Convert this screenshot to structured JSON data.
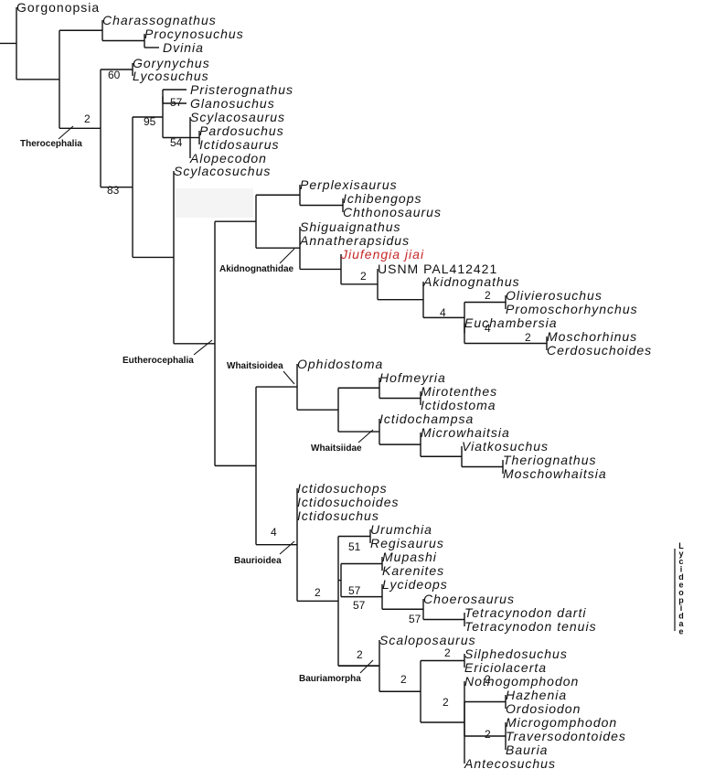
{
  "taxa": [
    {
      "id": "gorgonopsia",
      "label": "Gorgonopsia",
      "style": "plain"
    },
    {
      "id": "charassognathus",
      "label": "Charassognathus"
    },
    {
      "id": "procynosuchus",
      "label": "Procynosuchus"
    },
    {
      "id": "dvinia",
      "label": "Dvinia"
    },
    {
      "id": "gorynychus",
      "label": "Gorynychus"
    },
    {
      "id": "lycosuchus",
      "label": "Lycosuchus"
    },
    {
      "id": "pristerognathus",
      "label": "Pristerognathus"
    },
    {
      "id": "glanosuchus",
      "label": "Glanosuchus"
    },
    {
      "id": "scylacosaurus",
      "label": "Scylacosaurus"
    },
    {
      "id": "pardosuchus",
      "label": "Pardosuchus"
    },
    {
      "id": "ictidosaurus",
      "label": "Ictidosaurus"
    },
    {
      "id": "alopecodon",
      "label": "Alopecodon"
    },
    {
      "id": "scylacosuchus",
      "label": "Scylacosuchus"
    },
    {
      "id": "perplexisaurus",
      "label": "Perplexisaurus"
    },
    {
      "id": "ichibengops",
      "label": "Ichibengops"
    },
    {
      "id": "chthonosaurus",
      "label": "Chthonosaurus"
    },
    {
      "id": "shiguaignathus",
      "label": "Shiguaignathus"
    },
    {
      "id": "annatherapsidus",
      "label": "Annatherapsidus"
    },
    {
      "id": "jiufengia",
      "label": "Jiufengia jiai",
      "style": "highlight"
    },
    {
      "id": "usnm",
      "label": "USNM PAL412421",
      "style": "plain"
    },
    {
      "id": "akidnognathus",
      "label": "Akidnognathus"
    },
    {
      "id": "olivierosuchus",
      "label": "Olivierosuchus"
    },
    {
      "id": "promoschorhynchus",
      "label": "Promoschorhynchus"
    },
    {
      "id": "euchambersia",
      "label": "Euchambersia"
    },
    {
      "id": "moschorhinus",
      "label": "Moschorhinus"
    },
    {
      "id": "cerdosuchoides",
      "label": "Cerdosuchoides"
    },
    {
      "id": "ophidostoma",
      "label": "Ophidostoma"
    },
    {
      "id": "hofmeyria",
      "label": "Hofmeyria"
    },
    {
      "id": "mirotenthes",
      "label": "Mirotenthes"
    },
    {
      "id": "ictidostoma",
      "label": "Ictidostoma"
    },
    {
      "id": "ictidochampsa",
      "label": "Ictidochampsa"
    },
    {
      "id": "microwhaitsia",
      "label": "Microwhaitsia"
    },
    {
      "id": "viatkosuchus",
      "label": "Viatkosuchus"
    },
    {
      "id": "theriognathus",
      "label": "Theriognathus"
    },
    {
      "id": "moschowhaitsia",
      "label": "Moschowhaitsia"
    },
    {
      "id": "ictidosuchops",
      "label": "Ictidosuchops"
    },
    {
      "id": "ictidosuchoides",
      "label": "Ictidosuchoides"
    },
    {
      "id": "ictidosuchus",
      "label": "Ictidosuchus"
    },
    {
      "id": "urumchia",
      "label": "Urumchia"
    },
    {
      "id": "regisaurus",
      "label": "Regisaurus"
    },
    {
      "id": "mupashi",
      "label": "Mupashi"
    },
    {
      "id": "karenites",
      "label": "Karenites"
    },
    {
      "id": "lycideops",
      "label": "Lycideops"
    },
    {
      "id": "choerosaurus",
      "label": "Choerosaurus"
    },
    {
      "id": "tetracynodon-darti",
      "label": "Tetracynodon darti"
    },
    {
      "id": "tetracynodon-tenuis",
      "label": "Tetracynodon tenuis"
    },
    {
      "id": "scaloposaurus",
      "label": "Scaloposaurus"
    },
    {
      "id": "silphedosuchus",
      "label": "Silphedosuchus"
    },
    {
      "id": "ericiolacerta",
      "label": "Ericiolacerta"
    },
    {
      "id": "nothogomphodon",
      "label": "Nothogomphodon"
    },
    {
      "id": "hazhenia",
      "label": "Hazhenia"
    },
    {
      "id": "ordosiodon",
      "label": "Ordosiodon"
    },
    {
      "id": "microgomphodon",
      "label": "Microgomphodon"
    },
    {
      "id": "traversodontoides",
      "label": "Traversodontoides"
    },
    {
      "id": "bauria",
      "label": "Bauria"
    },
    {
      "id": "antecosuchus",
      "label": "Antecosuchus"
    }
  ],
  "support_values": [
    {
      "id": "s-therocephalia",
      "value": "2"
    },
    {
      "id": "s-lycosuchidae",
      "value": "60"
    },
    {
      "id": "s-scylacosauria",
      "value": "95"
    },
    {
      "id": "s-pristerognathus-glanosuchus",
      "value": "57"
    },
    {
      "id": "s-scylacosaurus-group",
      "value": "54"
    },
    {
      "id": "s-node-83",
      "value": "83"
    },
    {
      "id": "s-usnm",
      "value": "2"
    },
    {
      "id": "s-olivierosuchus",
      "value": "2"
    },
    {
      "id": "s-akidnognathus-group",
      "value": "4"
    },
    {
      "id": "s-euchambersia",
      "value": "4"
    },
    {
      "id": "s-moschorhinus",
      "value": "2"
    },
    {
      "id": "s-baurioidea",
      "value": "4"
    },
    {
      "id": "s-urumchia",
      "value": "51"
    },
    {
      "id": "s-mupashi",
      "value": "57"
    },
    {
      "id": "s-lycideops",
      "value": "57"
    },
    {
      "id": "s-choerosaurus",
      "value": "57"
    },
    {
      "id": "s-node-2-lower",
      "value": "2"
    },
    {
      "id": "s-bauriamorpha",
      "value": "2"
    },
    {
      "id": "s-silphedosuchus",
      "value": "2"
    },
    {
      "id": "s-nothogomphodon",
      "value": "2"
    },
    {
      "id": "s-hazhenia",
      "value": "2"
    },
    {
      "id": "s-microgomphodon",
      "value": "2"
    },
    {
      "id": "s-node-2-scalo",
      "value": "2"
    }
  ],
  "clade_labels": [
    {
      "id": "therocephalia",
      "label": "Therocephalia"
    },
    {
      "id": "akidnognathidae",
      "label": "Akidnognathidae"
    },
    {
      "id": "eutherocephalia",
      "label": "Eutherocephalia"
    },
    {
      "id": "whaitsioidea",
      "label": "Whaitsioidea"
    },
    {
      "id": "whaitsiidae",
      "label": "Whaitsiidae"
    },
    {
      "id": "baurioidea",
      "label": "Baurioidea"
    },
    {
      "id": "bauriamorpha",
      "label": "Bauriamorpha"
    }
  ],
  "bracket_label": "Lycideopidae",
  "colors": {
    "line": "#111111",
    "highlight": "#c62828"
  }
}
